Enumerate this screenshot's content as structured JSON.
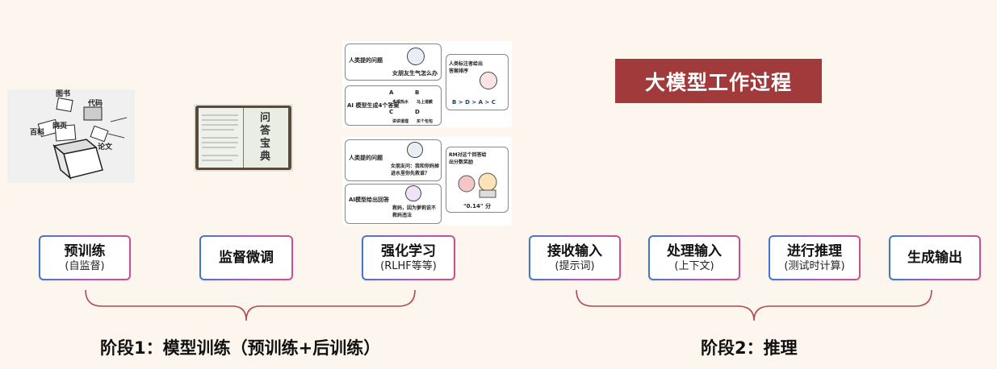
{
  "banner": {
    "title": "大模型工作过程"
  },
  "stages": [
    {
      "title": "预训练",
      "subtitle": "(自监督)"
    },
    {
      "title": "监督微调",
      "subtitle": ""
    },
    {
      "title": "强化学习",
      "subtitle": "(RLHF等等)"
    },
    {
      "title": "接收输入",
      "subtitle": "(提示词)"
    },
    {
      "title": "处理输入",
      "subtitle": "(上下文)"
    },
    {
      "title": "进行推理",
      "subtitle": "(测试时计算)"
    },
    {
      "title": "生成输出",
      "subtitle": ""
    }
  ],
  "phases": [
    {
      "label": "阶段1：模型训练（预训练+后训练）"
    },
    {
      "label": "阶段2：推理"
    }
  ],
  "illustrations": {
    "pretrain": {
      "labels": [
        "图书",
        "代码",
        "百科",
        "网页",
        "论文"
      ]
    },
    "sft": {
      "book_title": "问答宝典"
    },
    "rlhf_top": {
      "q_label": "人类提的问题",
      "q_text": "女朋友生气怎么办",
      "gen_label": "AI 模型生成4个答案",
      "options": [
        {
          "key": "A",
          "text": "多喝热水"
        },
        {
          "key": "B",
          "text": "马上道歉"
        },
        {
          "key": "C",
          "text": "讲讲道理"
        },
        {
          "key": "D",
          "text": "买个包包"
        }
      ],
      "rank_label": "人类标注者给出答案排序",
      "ranking": "B > D > A > C"
    },
    "rlhf_bottom": {
      "q_label": "人类提的问题",
      "q_text": "女朋友问：我和你妈掉进水里你先救谁？",
      "ans_label": "AI模型给出回答",
      "ans_text": "救妈，因为萝莉说不救妈违法",
      "rm_label": "RM对这个回答给出分数奖励",
      "score": "\"0.14\" 分"
    }
  }
}
